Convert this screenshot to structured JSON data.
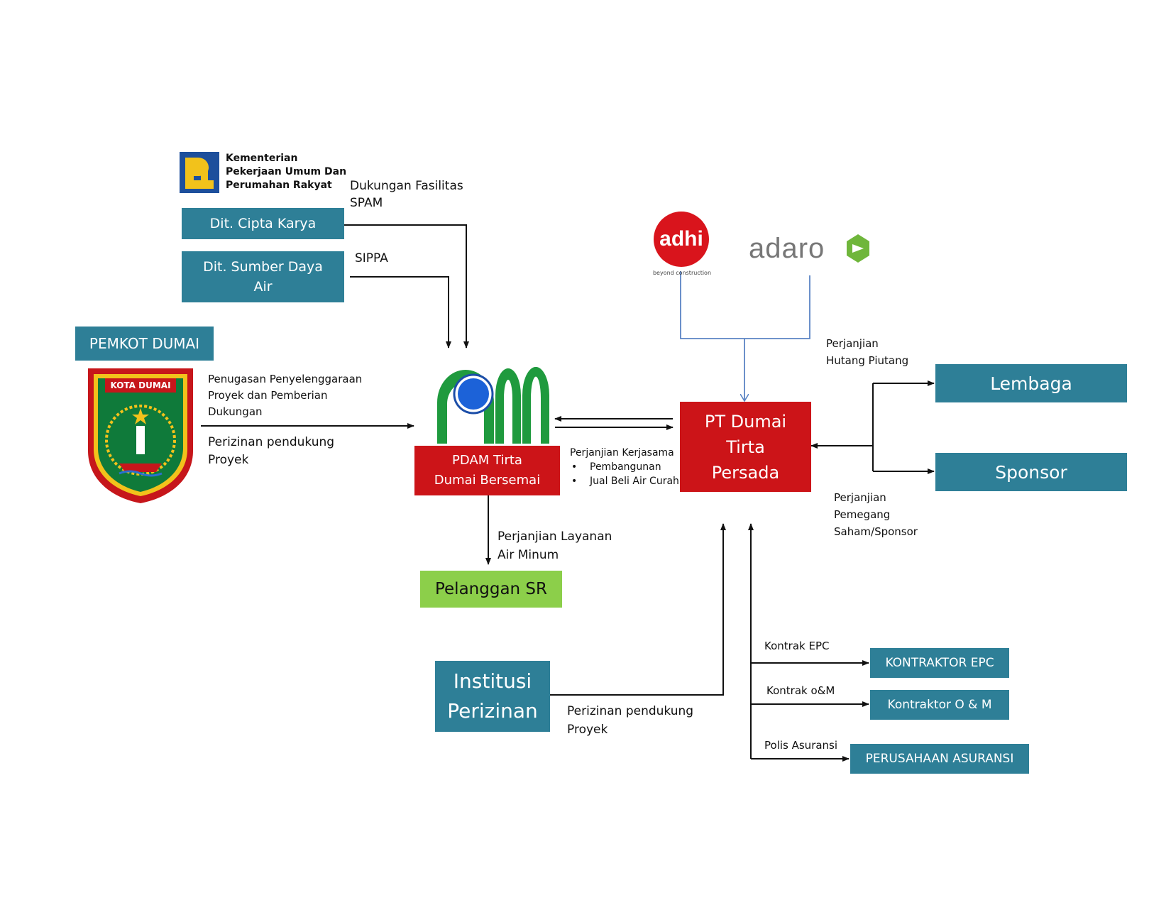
{
  "kementerian": {
    "line1": "Kementerian",
    "line2": "Pekerjaan Umum Dan",
    "line3": "Perumahan Rakyat"
  },
  "dit_cipta_karya": "Dit. Cipta Karya",
  "dit_sumber_daya": {
    "line1": "Dit. Sumber Daya",
    "line2": "Air"
  },
  "label_dukungan": {
    "line1": "Dukungan Fasilitas",
    "line2": "SPAM"
  },
  "label_sippa": "SIPPA",
  "pemkot": "PEMKOT DUMAI",
  "kota_dumai_logo_text": "KOTA DUMAI",
  "label_penugasan": {
    "line1": "Penugasan Penyelenggaraan",
    "line2": "Proyek dan Pemberian",
    "line3": "Dukungan"
  },
  "label_perizinan_pemkot": {
    "line1": "Perizinan pendukung",
    "line2": "Proyek"
  },
  "pdam": {
    "line1": "PDAM Tirta",
    "line2": "Dumai Bersemai"
  },
  "label_kerjasama": {
    "title": "Perjanjian Kerjasama",
    "items": [
      "Pembangunan",
      "Jual Beli Air Curah"
    ]
  },
  "label_layanan": {
    "line1": "Perjanjian Layanan",
    "line2": "Air Minum"
  },
  "pelanggan": "Pelanggan SR",
  "adhi_logo": {
    "word": "adhi",
    "tagline": "beyond construction"
  },
  "adaro_logo": {
    "word": "adaro"
  },
  "pt_dumai": {
    "line1": "PT Dumai",
    "line2": "Tirta",
    "line3": "Persada"
  },
  "label_hutang": {
    "line1": "Perjanjian",
    "line2": "Hutang Piutang"
  },
  "lembaga": "Lembaga",
  "sponsor": "Sponsor",
  "label_pemegang": {
    "line1": "Perjanjian",
    "line2": "Pemegang",
    "line3": "Saham/Sponsor"
  },
  "institusi": {
    "line1": "Institusi",
    "line2": "Perizinan"
  },
  "label_perizinan_inst": {
    "line1": "Perizinan pendukung",
    "line2": "Proyek"
  },
  "label_kontrak_epc": "Kontrak EPC",
  "kontraktor_epc": "KONTRAKTOR EPC",
  "label_kontrak_om": "Kontrak o&M",
  "kontraktor_om": "Kontraktor O & M",
  "label_polis": "Polis Asuransi",
  "asuransi": "PERUSAHAAN ASURANSI",
  "colors": {
    "teal": "#2e7f97",
    "red": "#cc1418",
    "green": "#8ccf4a",
    "connector_blue": "#5b84c4"
  }
}
